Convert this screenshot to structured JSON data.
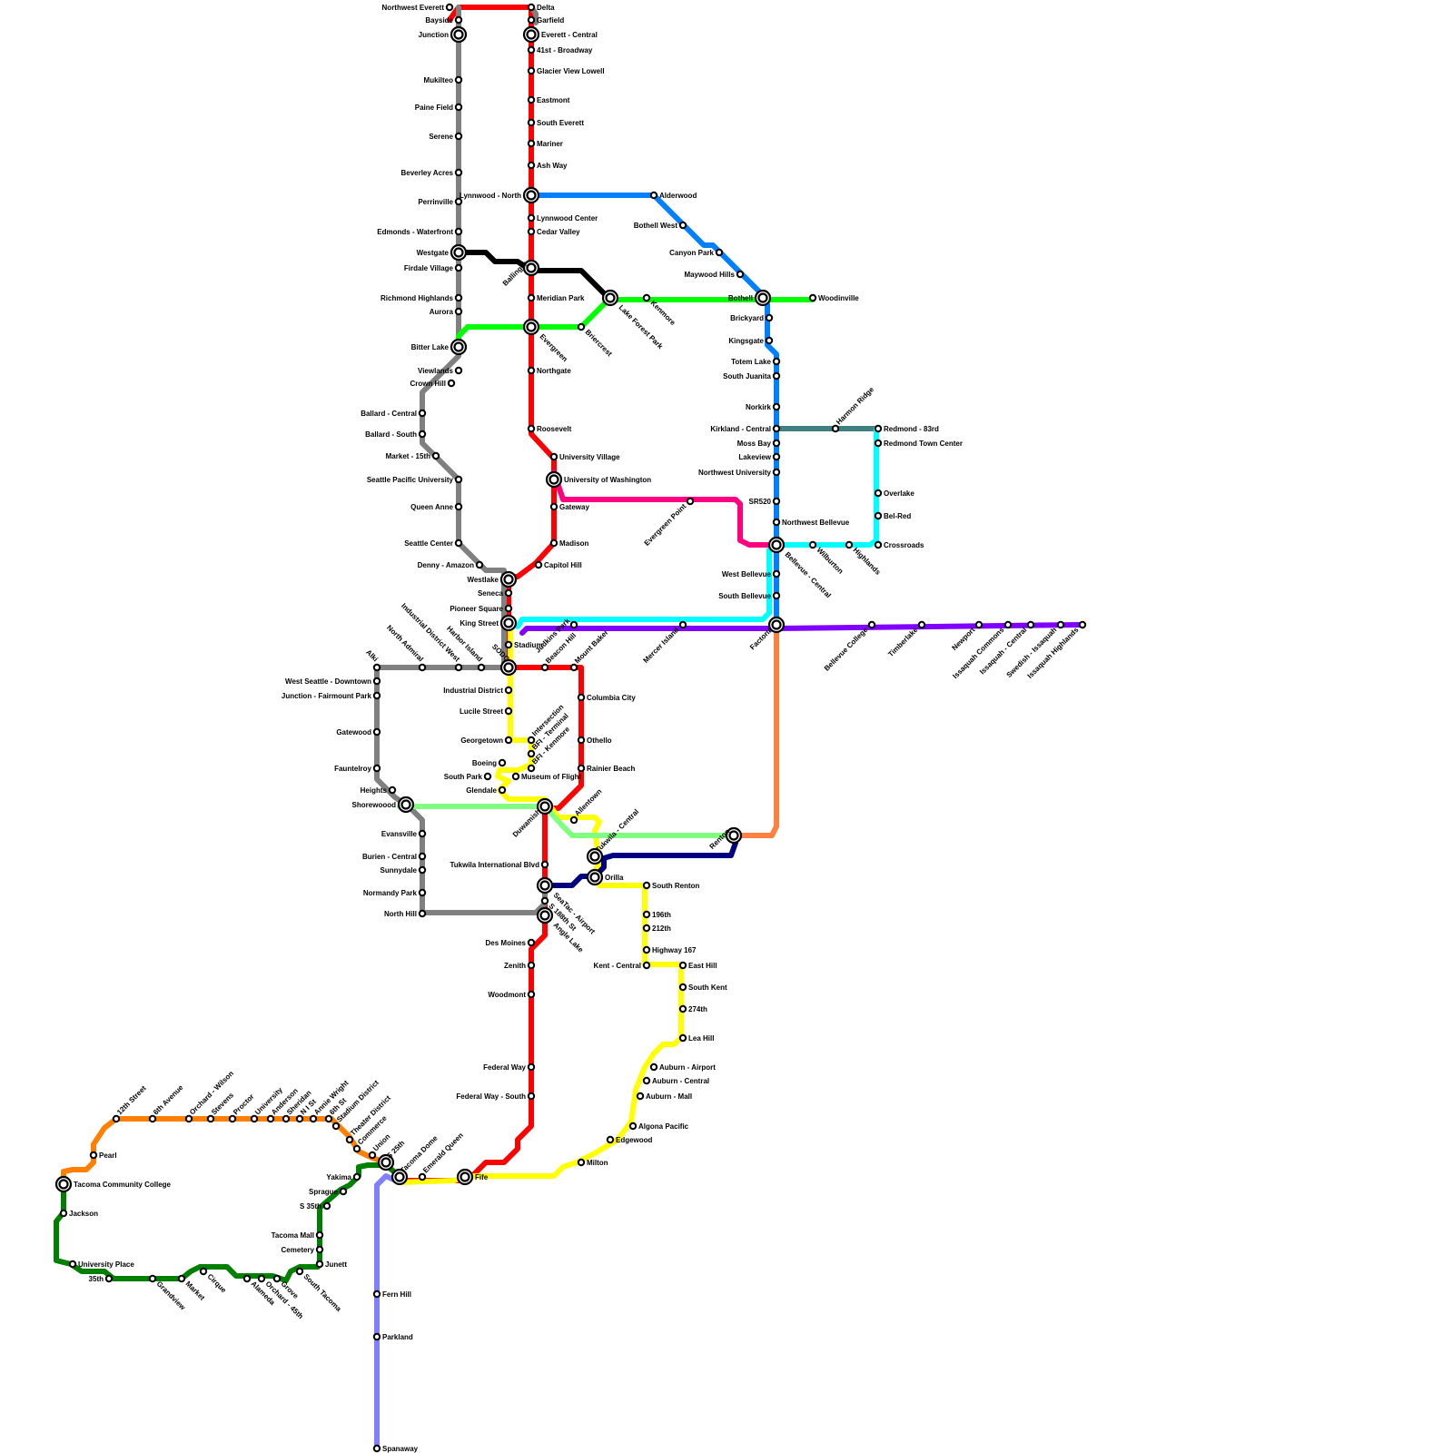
{
  "map": {
    "lines": [
      {
        "id": "red",
        "color": "#ff0000"
      },
      {
        "id": "gray",
        "color": "#808080"
      },
      {
        "id": "black",
        "color": "#000000"
      },
      {
        "id": "green",
        "color": "#00ff00"
      },
      {
        "id": "blue",
        "color": "#0080ff"
      },
      {
        "id": "magenta",
        "color": "#ff0080"
      },
      {
        "id": "teal",
        "color": "#408080"
      },
      {
        "id": "cyan",
        "color": "#00ffff"
      },
      {
        "id": "purple",
        "color": "#8000ff"
      },
      {
        "id": "yellow",
        "color": "#ffff00"
      },
      {
        "id": "lightgreen",
        "color": "#80ff80"
      },
      {
        "id": "salmon",
        "color": "#ff8040"
      },
      {
        "id": "navy",
        "color": "#000080"
      },
      {
        "id": "orange",
        "color": "#ff8000"
      },
      {
        "id": "darkgreen",
        "color": "#008000"
      },
      {
        "id": "lavender",
        "color": "#8080ff"
      }
    ],
    "stations": [
      "Northwest Everett",
      "Bayside",
      "Junction",
      "Mukilteo",
      "Paine Field",
      "Serene",
      "Beverley Acres",
      "Perrinville",
      "Edmonds - Waterfront",
      "Westgate",
      "Firdale Village",
      "Richmond Highlands",
      "Aurora",
      "Bitter Lake",
      "Viewlands",
      "Crown Hill",
      "Ballard - Central",
      "Ballard - South",
      "Market - 15th",
      "Seattle Pacific University",
      "Queen Anne",
      "Seattle Center",
      "Denny - Amazon",
      "Westlake",
      "Seneca",
      "Pioneer Square",
      "King Street",
      "Stadium",
      "SODO",
      "Harbor Island",
      "Industrial District West",
      "North Admiral",
      "Alki",
      "West Seattle - Downtown",
      "Junction - Fairmount Park",
      "Gatewood",
      "Fauntelroy",
      "Heights",
      "Shorewoood",
      "Evansville",
      "Burien - Central",
      "Sunnydale",
      "Normandy Park",
      "North Hill",
      "Delta",
      "Garfield",
      "Everett - Central",
      "41st - Broadway",
      "Glacier View  Lowell",
      "Eastmont",
      "South Everett",
      "Mariner",
      "Ash Way",
      "Lynnwood - North",
      "Lynnwood Center",
      "Cedar Valley",
      "Ballinger",
      "Meridian Park",
      "Evergreen",
      "Northgate",
      "Roosevelt",
      "University Village",
      "University of Washington",
      "Gateway",
      "Madison",
      "Capitol Hill",
      "Briercrest",
      "Lake Forest Park",
      "Kenmore",
      "Bothell",
      "Woodinville",
      "Alderwood",
      "Bothell West",
      "Canyon Park",
      "Maywood Hills",
      "Brickyard",
      "Kingsgate",
      "Totem Lake",
      "South Juanita",
      "Norkirk",
      "Kirkland - Central",
      "Moss Bay",
      "Lakeview",
      "Northwest University",
      "SR520",
      "Northwest Bellevue",
      "Bellevue - Central",
      "West Bellevue",
      "South Bellevue",
      "Factoria",
      "Harmon Ridge",
      "Redmond - 83rd",
      "Redmond Town Center",
      "Overlake",
      "Bel-Red",
      "Crossroads",
      "Wilburton",
      "Highlands",
      "Evergreen Point",
      "Judkins Park",
      "Mercer Island",
      "Bellevue College",
      "Timberlake",
      "Newport",
      "Issaquah Commons",
      "Issaquah - Central",
      "Swedish - Issaquah",
      "Issaquah Highlands",
      "Beacon Hill",
      "Mount Baker",
      "Columbia City",
      "Othello",
      "Rainier Beach",
      "Industrial District",
      "Lucile Street",
      "Georgetown",
      "Intersection",
      "BFI - Terminal",
      "BFI - Kenmore",
      "Museum of Flight",
      "Boeing",
      "South Park",
      "Glendale",
      "Duwamish",
      "Allentown",
      "Tukwila - Central",
      "Renton",
      "Orilla",
      "Tukwila International Blvd",
      "SeaTac - Airport",
      "S 188th St",
      "Angle Lake",
      "South Renton",
      "196th",
      "212th",
      "Highway 167",
      "Kent - Central",
      "East Hill",
      "South Kent",
      "274th",
      "Lea Hill",
      "Auburn - Airport",
      "Auburn - Central",
      "Auburn - Mall",
      "Algona Pacific",
      "Edgewood",
      "Milton",
      "Des Moines",
      "Zenith",
      "Woodmont",
      "Federal Way",
      "Federal Way - South",
      "Fife",
      "Emerald Queen",
      "Tacoma Dome",
      "S 25th",
      "Union",
      "Commerce",
      "Theater District",
      "Stadium District",
      "6th St",
      "Annie Wright",
      "N I St",
      "Sheridan",
      "Anderson",
      "University",
      "Proctor",
      "Stevens",
      "Orchard - Wilson",
      "6th Avenue",
      "12th Street",
      "Pearl",
      "Tacoma Community College",
      "Jackson",
      "University Place",
      "35th",
      "Grandview",
      "Market",
      "Cirque",
      "Alameda",
      "Orchard - 45th",
      "Grove",
      "South Tacoma",
      "Junett",
      "Cemetery",
      "Tacoma Mall",
      "S 35th",
      "Sprague",
      "Yakima",
      "Fern Hill",
      "Parkland",
      "Spanaway"
    ]
  }
}
